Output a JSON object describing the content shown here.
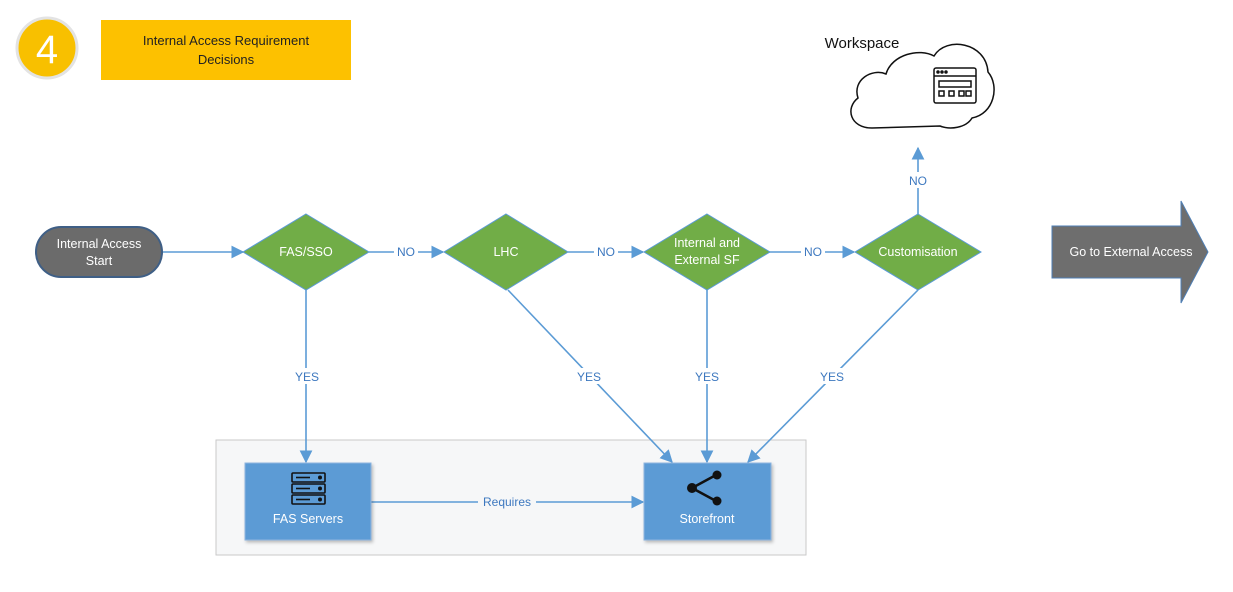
{
  "step": {
    "number": "4",
    "title_line1": "Internal Access Requirement",
    "title_line2": "Decisions"
  },
  "nodes": {
    "start": {
      "line1": "Internal Access",
      "line2": "Start"
    },
    "fas_sso": {
      "label": "FAS/SSO"
    },
    "lhc": {
      "label": "LHC"
    },
    "internal_external_sf": {
      "line1": "Internal and",
      "line2": "External SF"
    },
    "customisation": {
      "label": "Customisation"
    },
    "workspace": {
      "label": "Workspace"
    },
    "external_access": {
      "label": "Go to External Access"
    },
    "fas_servers": {
      "label": "FAS Servers"
    },
    "storefront": {
      "label": "Storefront"
    }
  },
  "edges": {
    "fas_to_lhc": "NO",
    "lhc_to_sf": "NO",
    "sf_to_custom": "NO",
    "custom_to_workspace": "NO",
    "fas_to_servers": "YES",
    "lhc_to_storefront": "YES",
    "sf_to_storefront": "YES",
    "custom_to_storefront": "YES",
    "servers_to_storefront": "Requires"
  },
  "colors": {
    "badge": "#f8c000",
    "title_box": "#fdc100",
    "decision": "#71ad47",
    "start": "#6b6b6b",
    "service": "#5b9bd5",
    "arrow": "#5b9bd5",
    "external_arrow": "#6e6e6e",
    "group_bg": "#f6f7f8"
  },
  "icons": {
    "fas_servers": "server-stack-icon",
    "storefront": "share-icon",
    "workspace": "cloud-icon",
    "workspace_inner": "browser-window-icon"
  }
}
